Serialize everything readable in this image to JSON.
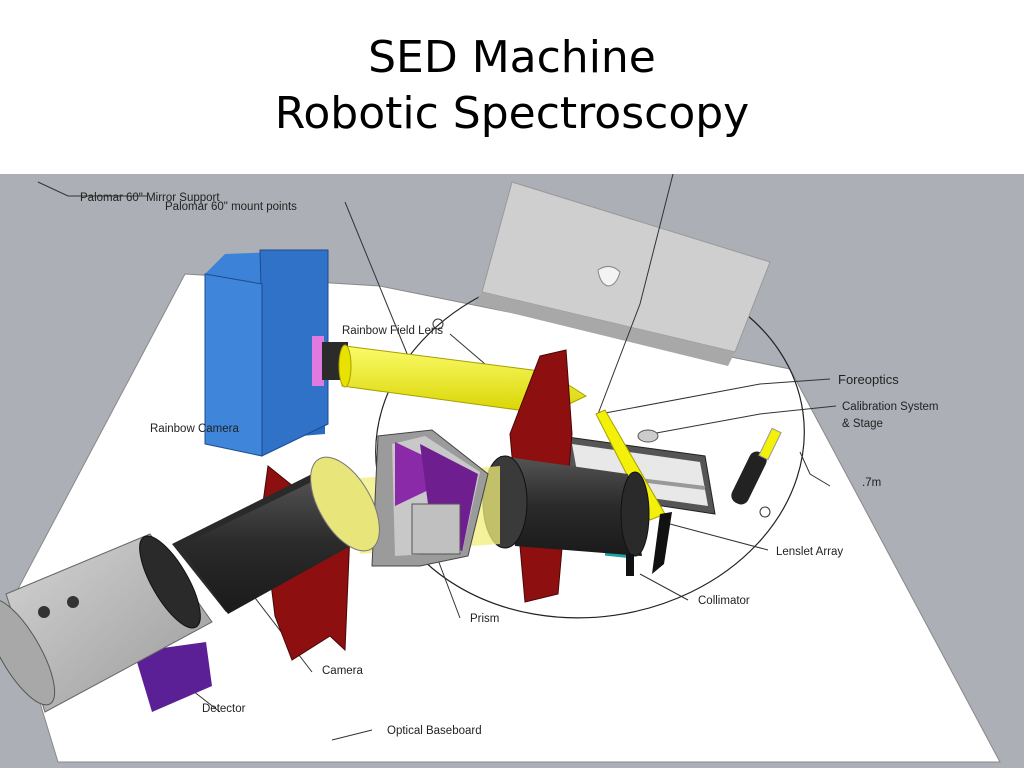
{
  "slide": {
    "title_line1": "SED Machine",
    "title_line2": "Robotic Spectroscopy"
  },
  "labels": {
    "mirror_support": "Palomar 60\" Mirror Support",
    "mount_points": "Palomar 60\" mount points",
    "rainbow_field_lens": "Rainbow Field Lens",
    "rainbow_camera": "Rainbow Camera",
    "foreoptics": "Foreoptics",
    "calibration_line1": "Calibration System",
    "calibration_line2": "& Stage",
    "radius": ".7m",
    "lenslet_array": "Lenslet Array",
    "collimator": "Collimator",
    "prism": "Prism",
    "camera": "Camera",
    "detector": "Detector",
    "optical_baseboard": "Optical Baseboard"
  },
  "colors": {
    "floor": "#a9adb3",
    "baseboard": "#ffffff",
    "rainbow_camera": "#2f72c8",
    "beam": "#f3f00a",
    "mount_plate": "#8e0f10",
    "tube": "#3a3a3a",
    "detector_body": "#b8b8b8",
    "prism": "#8a2aa8",
    "laptop": "#d0d0d0"
  }
}
